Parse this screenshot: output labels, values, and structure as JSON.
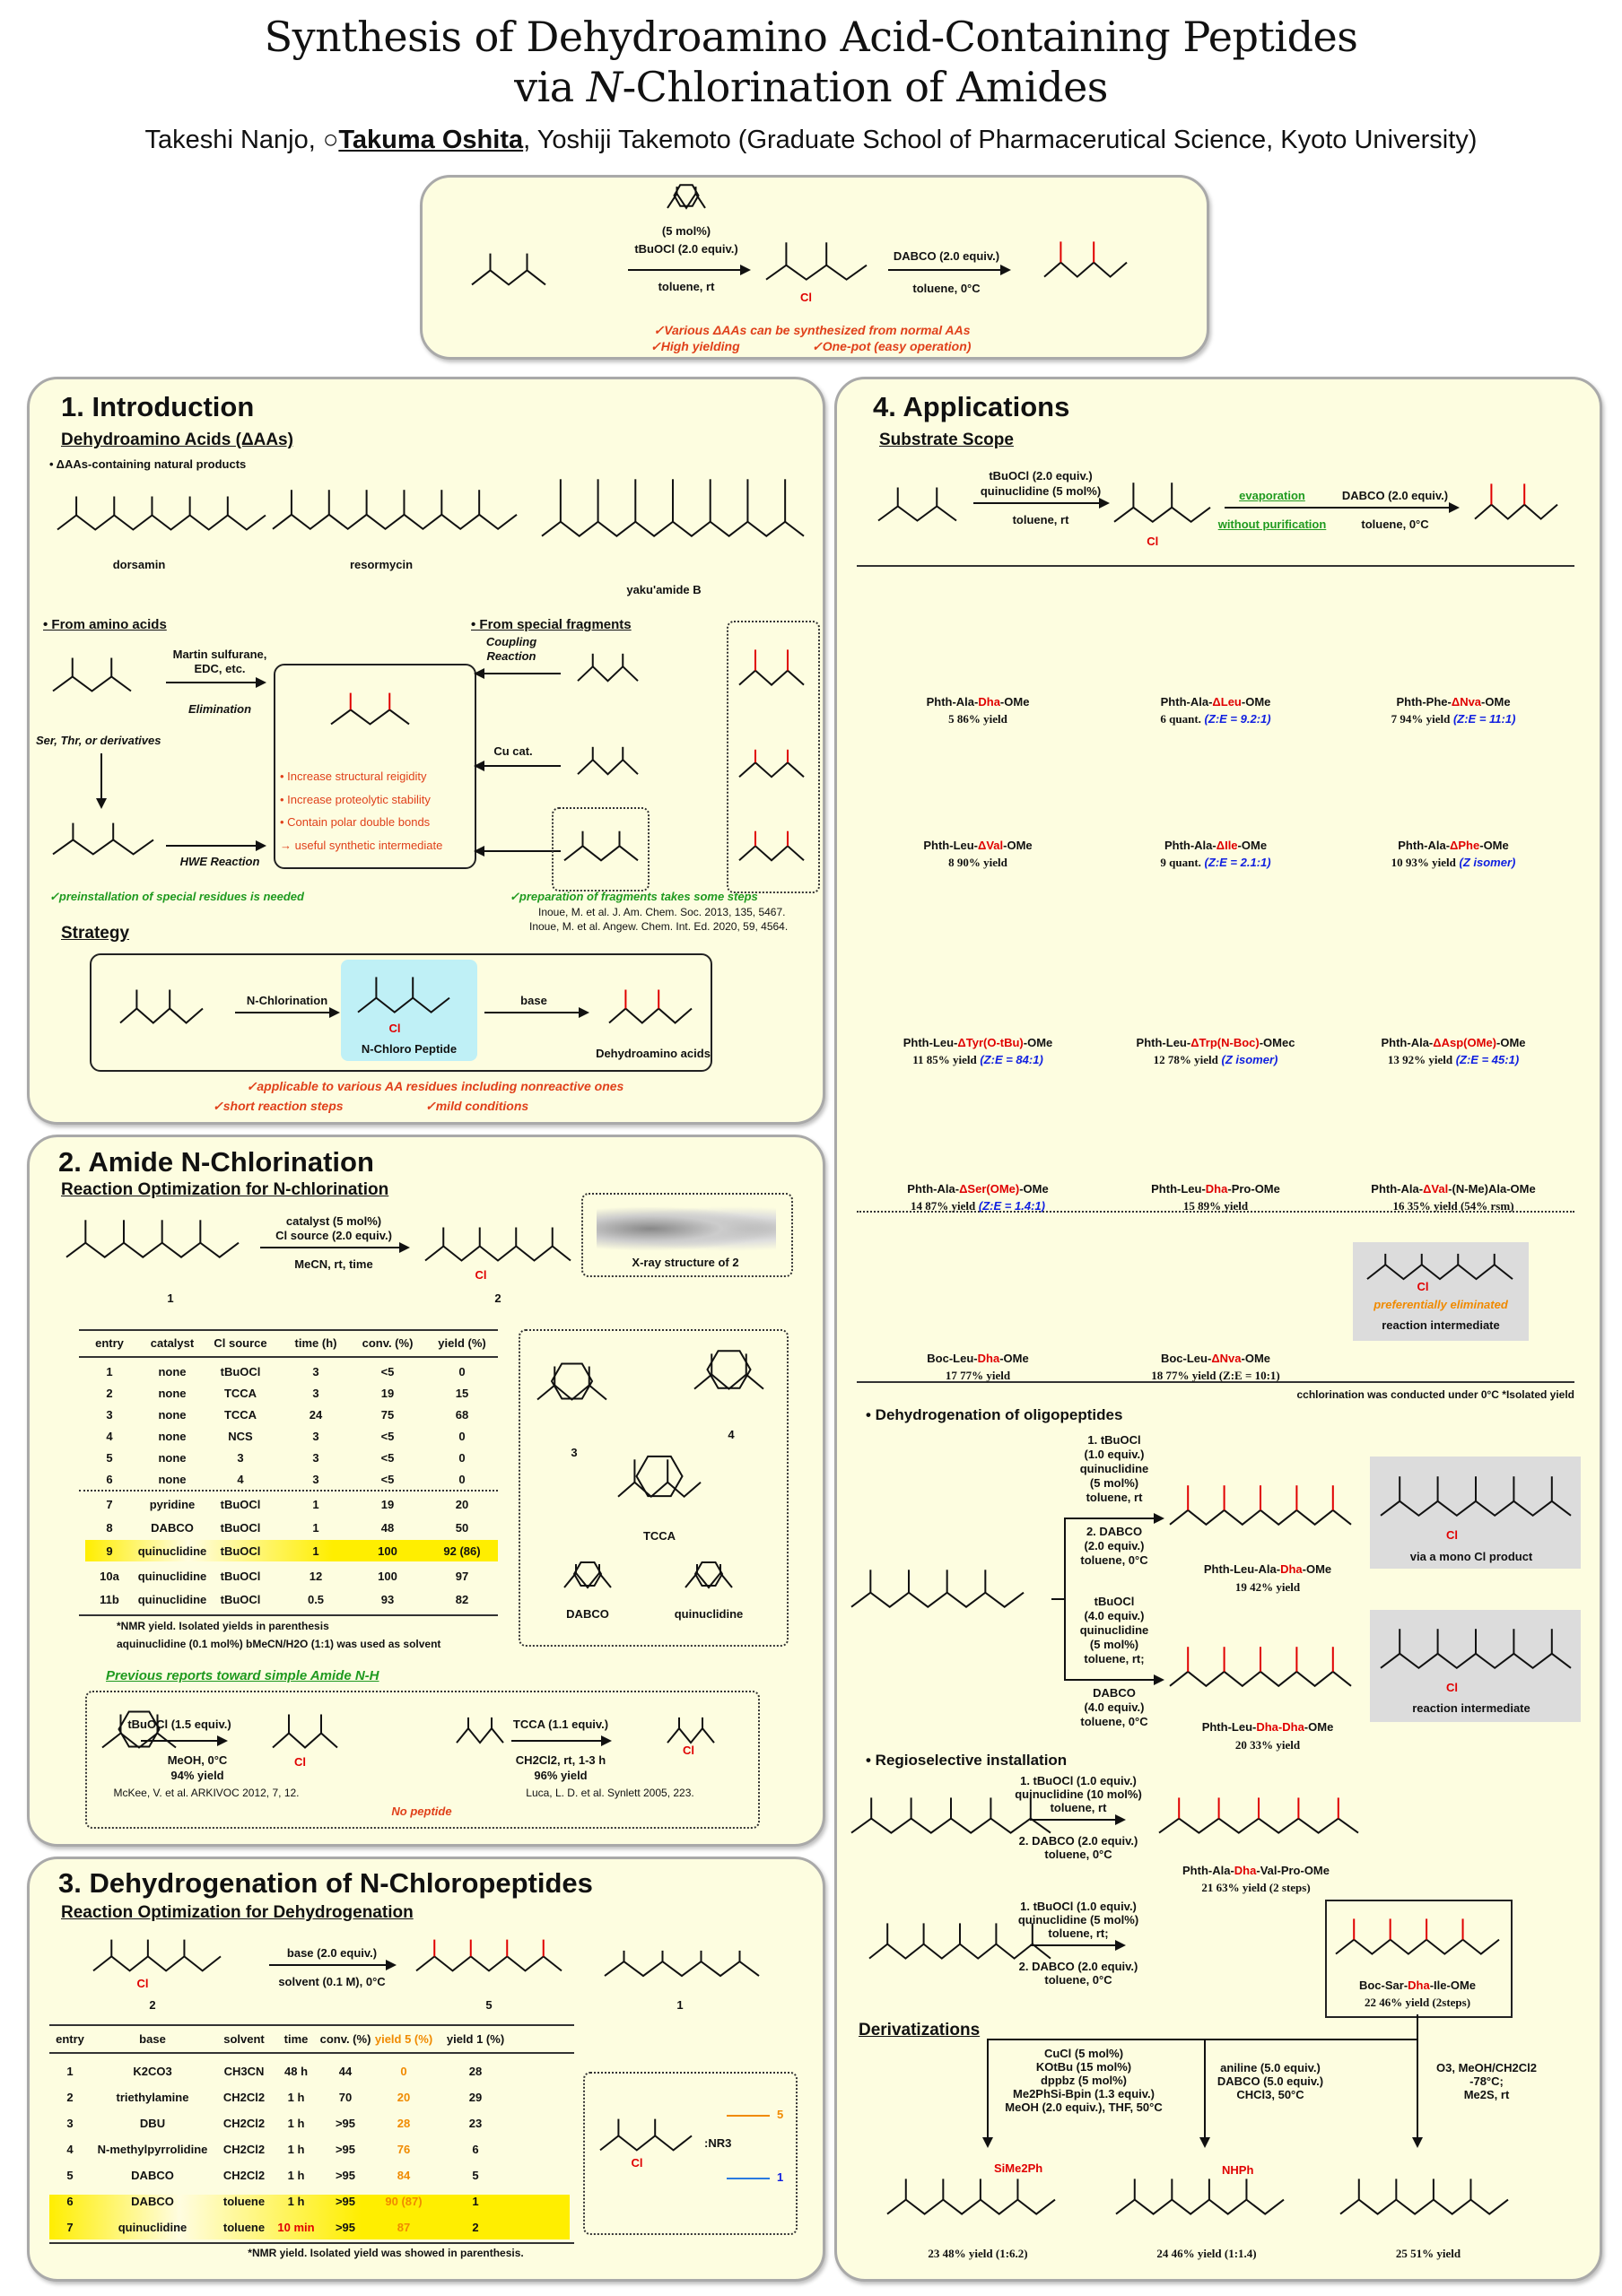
{
  "header": {
    "title_line1": "Synthesis of Dehydroamino Acid-Containing Peptides",
    "title_line2_pre": "via ",
    "title_line2_it": "N",
    "title_line2_post": "-Chlorination of Amides",
    "author1": "Takeshi Nanjo, ",
    "presenter_mark": "○",
    "author2": "Takuma Oshita",
    "author3": ", Yoshiji Takemoto (Graduate School of Pharmacerutical Science, Kyoto University)"
  },
  "summary": {
    "catalyst_loading": "(5 mol%)",
    "step1_reagent": "tBuOCl (2.0 equiv.)",
    "step1_cond": "toluene, rt",
    "step2_reagent": "DABCO (2.0 equiv.)",
    "step2_cond": "toluene, 0°C",
    "check1": "✓Various ΔAAs can be synthesized from normal AAs",
    "check2": "✓High yielding",
    "check3": "✓One-pot (easy operation)"
  },
  "intro": {
    "title": "1. Introduction",
    "subtitle": "Dehydroamino Acids (ΔAAs)",
    "bullet": "• ΔAAs-containing natural products",
    "natural_products": [
      "dorsamin",
      "resormycin",
      "yaku'amide B"
    ],
    "from_amino_acids": "• From amino acids",
    "from_fragments": "• From special fragments",
    "martin": "Martin sulfurane,",
    "edc": "EDC, etc.",
    "elimination": "Elimination",
    "ser_thr": "Ser, Thr, or derivatives",
    "hwe": "HWE Reaction",
    "coupling1": "Coupling",
    "coupling2": "Reaction",
    "cu": "Cu cat.",
    "features": [
      "• Increase structural reigidity",
      "• Increase proteolytic stability",
      "• Contain polar double bonds",
      "→ useful synthetic intermediate"
    ],
    "check_left": "✓preinstallation of special residues is needed",
    "check_right": "✓preparation of fragments takes some steps",
    "ref1": "Inoue, M. et al. J. Am. Chem. Soc. 2013, 135, 5467.",
    "ref2": "Inoue, M. et al. Angew. Chem. Int. Ed. 2020, 59, 4564.",
    "strategy": "Strategy",
    "n_chlorination": "N-Chlorination",
    "n_chloro_peptide": "N-Chloro Peptide",
    "base": "base",
    "dehydroamino": "Dehydroamino acids",
    "check_a": "✓applicable to various AA residues including nonreactive ones",
    "check_b": "✓short reaction steps",
    "check_c": "✓mild conditions"
  },
  "chlorination": {
    "title": "2. Amide N-Chlorination",
    "subtitle": "Reaction Optimization for N-chlorination",
    "cond1": "catalyst (5 mol%)",
    "cond2": "Cl source (2.0 equiv.)",
    "cond3": "MeCN, rt, time",
    "sm_label": "1",
    "prod_label": "2",
    "xray": "X-ray structure of 2",
    "headers": [
      "entry",
      "catalyst",
      "Cl source",
      "time (h)",
      "conv. (%)",
      "yield (%)"
    ],
    "rows": [
      [
        "1",
        "none",
        "tBuOCl",
        "3",
        "<5",
        "0"
      ],
      [
        "2",
        "none",
        "TCCA",
        "3",
        "19",
        "15"
      ],
      [
        "3",
        "none",
        "TCCA",
        "24",
        "75",
        "68"
      ],
      [
        "4",
        "none",
        "NCS",
        "3",
        "<5",
        "0"
      ],
      [
        "5",
        "none",
        "3",
        "3",
        "<5",
        "0"
      ],
      [
        "6",
        "none",
        "4",
        "3",
        "<5",
        "0"
      ],
      [
        "7",
        "pyridine",
        "tBuOCl",
        "1",
        "19",
        "20"
      ],
      [
        "8",
        "DABCO",
        "tBuOCl",
        "1",
        "48",
        "50"
      ],
      [
        "9",
        "quinuclidine",
        "tBuOCl",
        "1",
        "100",
        "92 (86)"
      ],
      [
        "10a",
        "quinuclidine",
        "tBuOCl",
        "12",
        "100",
        "97"
      ],
      [
        "11b",
        "quinuclidine",
        "tBuOCl",
        "0.5",
        "93",
        "82"
      ]
    ],
    "highlight_entry": "9",
    "footnote1": "*NMR yield. Isolated yields in parenthesis",
    "footnote2": "aquinuclidine (0.1 mol%)   bMeCN/H2O (1:1) was used as solvent",
    "reagent_labels": [
      "3",
      "4",
      "TCCA",
      "DABCO",
      "quinuclidine"
    ],
    "prev_title": "Previous reports toward simple Amide N-H",
    "prev1_reagent": "tBuOCl (1.5 equiv.)",
    "prev1_cond": "MeOH, 0°C",
    "prev1_yield": "94% yield",
    "prev1_ref": "McKee, V. et al. ARKIVOC 2012, 7, 12.",
    "prev2_reagent": "TCCA (1.1 equiv.)",
    "prev2_cond": "CH2Cl2, rt, 1-3 h",
    "prev2_yield": "96% yield",
    "prev2_ref": "Luca, L. D. et al. Synlett 2005, 223.",
    "no_peptide": "No peptide"
  },
  "dehydrogenation": {
    "title": "3. Dehydrogenation of N-Chloropeptides",
    "subtitle": "Reaction Optimization for Dehydrogenation",
    "cond1": "base (2.0 equiv.)",
    "cond2": "solvent (0.1 M), 0°C",
    "labels": [
      "2",
      "5",
      "1"
    ],
    "headers": [
      "entry",
      "base",
      "solvent",
      "time",
      "conv. (%)",
      "yield 5 (%)",
      "yield 1 (%)"
    ],
    "rows": [
      [
        "1",
        "K2CO3",
        "CH3CN",
        "48 h",
        "44",
        "0",
        "28"
      ],
      [
        "2",
        "triethylamine",
        "CH2Cl2",
        "1 h",
        "70",
        "20",
        "29"
      ],
      [
        "3",
        "DBU",
        "CH2Cl2",
        "1 h",
        ">95",
        "28",
        "23"
      ],
      [
        "4",
        "N-methylpyrrolidine",
        "CH2Cl2",
        "1 h",
        ">95",
        "76",
        "6"
      ],
      [
        "5",
        "DABCO",
        "CH2Cl2",
        "1 h",
        ">95",
        "84",
        "5"
      ],
      [
        "6",
        "DABCO",
        "toluene",
        "1 h",
        ">95",
        "90 (87)",
        "1"
      ],
      [
        "7",
        "quinuclidine",
        "toluene",
        "10 min",
        ">95",
        "87",
        "2"
      ]
    ],
    "footnote": "*NMR yield. Isolated yield was showed in parenthesis.",
    "mech_base": ":NR3",
    "mech_to5": "5",
    "mech_to1": "1"
  },
  "applications": {
    "title": "4. Applications",
    "substrate_scope": "Substrate Scope",
    "cond1": "tBuOCl (2.0 equiv.)",
    "cond2": "quinuclidine (5 mol%)",
    "cond3": "toluene, rt",
    "evaporation": "evaporation",
    "without_purification": "without purification",
    "cond4": "DABCO (2.0 equiv.)",
    "cond5": "toluene, 0°C",
    "compounds": [
      {
        "pre": "Phth-Ala-",
        "mod": "Dha",
        "post": "-OMe",
        "yield": "5 86% yield",
        "ratio": ""
      },
      {
        "pre": "Phth-Ala-",
        "mod": "ΔLeu",
        "post": "-OMe",
        "yield": "6 quant.",
        "ratio": "(Z:E = 9.2:1)"
      },
      {
        "pre": "Phth-Phe-",
        "mod": "ΔNva",
        "post": "-OMe",
        "yield": "7 94% yield",
        "ratio": "(Z:E = 11:1)"
      },
      {
        "pre": "Phth-Leu-",
        "mod": "ΔVal",
        "post": "-OMe",
        "yield": "8 90% yield",
        "ratio": ""
      },
      {
        "pre": "Phth-Ala-",
        "mod": "ΔIle",
        "post": "-OMe",
        "yield": "9 quant.",
        "ratio": "(Z:E = 2.1:1)"
      },
      {
        "pre": "Phth-Ala-",
        "mod": "ΔPhe",
        "post": "-OMe",
        "yield": "10 93% yield",
        "ratio": "(Z isomer)"
      },
      {
        "pre": "Phth-Leu-",
        "mod": "ΔTyr(O-tBu)",
        "post": "-OMe",
        "yield": "11 85% yield",
        "ratio": "(Z:E = 84:1)"
      },
      {
        "pre": "Phth-Leu-",
        "mod": "ΔTrp(N-Boc)",
        "post": "-OMec",
        "yield": "12 78% yield",
        "ratio": "(Z isomer)"
      },
      {
        "pre": "Phth-Ala-",
        "mod": "ΔAsp(OMe)",
        "post": "-OMe",
        "yield": "13 92% yield",
        "ratio": "(Z:E = 45:1)"
      },
      {
        "pre": "Phth-Ala-",
        "mod": "ΔSer(OMe)",
        "post": "-OMe",
        "yield": "14 87% yield",
        "ratio": "(Z:E = 1.4:1)"
      },
      {
        "pre": "Phth-Leu-",
        "mod": "Dha",
        "post": "-Pro-OMe",
        "yield": "15 89% yield",
        "ratio": ""
      },
      {
        "pre": "Phth-Ala-",
        "mod": "ΔVal",
        "post": "-(N-Me)Ala-OMe",
        "yield": "16 35% yield (54% rsm)",
        "ratio": ""
      },
      {
        "pre": "Boc-Leu-",
        "mod": "Dha",
        "post": "-OMe",
        "yield": "17 77% yield",
        "ratio": ""
      },
      {
        "pre": "Boc-Leu-",
        "mod": "ΔNva",
        "post": "-OMe",
        "yield": "18 77% yield (Z:E = 10:1)",
        "ratio": ""
      }
    ],
    "pref_eliminated": "preferentially eliminated",
    "reaction_intermediate": "reaction intermediate",
    "scope_footnote": "cchlorination was conducted under 0°C *Isolated yield",
    "oligo_title": "• Dehydrogenation of oligopeptides",
    "oligo_cond_a": [
      "1. tBuOCl",
      "(1.0 equiv.)",
      "quinuclidine",
      "(5 mol%)",
      "toluene, rt",
      "2. DABCO",
      "(2.0 equiv.)",
      "toluene, 0°C"
    ],
    "oligo_cond_b": [
      "tBuOCl",
      "(4.0 equiv.)",
      "quinuclidine",
      "(5 mol%)",
      "toluene, rt;",
      "DABCO",
      "(4.0 equiv.)",
      "toluene, 0°C"
    ],
    "oligo_prod_a": {
      "pre": "Phth-Leu-Ala-",
      "mod": "Dha",
      "post": "-OMe",
      "yield": "19 42% yield"
    },
    "oligo_prod_b": {
      "pre": "Phth-Leu-",
      "mod": "Dha-Dha",
      "post": "-OMe",
      "yield": "20 33% yield"
    },
    "mono_cl": "via a mono Cl product",
    "reaction_intermediate2": "reaction intermediate",
    "regio_title": "• Regioselective installation",
    "regio_cond_a": [
      "1. tBuOCl (1.0 equiv.)",
      "quinuclidine (10 mol%)",
      "toluene, rt",
      "2. DABCO (2.0 equiv.)",
      "toluene, 0°C"
    ],
    "regio_cond_b": [
      "1. tBuOCl (1.0 equiv.)",
      "quinuclidine (5 mol%)",
      "toluene, rt;",
      "2. DABCO (2.0 equiv.)",
      "toluene, 0°C"
    ],
    "regio_prod_a": {
      "pre": "Phth-Ala-",
      "mod": "Dha",
      "post": "-Val-Pro-OMe",
      "yield": "21 63% yield (2 steps)"
    },
    "regio_prod_b": {
      "pre": "Boc-Sar-",
      "mod": "Dha",
      "post": "-Ile-OMe",
      "yield": "22 46% yield (2steps)"
    },
    "deriv_title": "Derivatizations",
    "deriv_cond_a": [
      "CuCl (5 mol%)",
      "KOtBu (15 mol%)",
      "dppbz (5 mol%)",
      "Me2PhSi-Bpin (1.3 equiv.)",
      "MeOH (2.0 equiv.), THF, 50°C"
    ],
    "deriv_cond_b": [
      "aniline (5.0 equiv.)",
      "DABCO (5.0 equiv.)",
      "CHCl3, 50°C"
    ],
    "deriv_cond_c": [
      "O3, MeOH/CH2Cl2",
      "-78°C;",
      "Me2S, rt"
    ],
    "deriv_groups": [
      "SiMe2Ph",
      "NHPh"
    ],
    "deriv_yields": [
      "23 48% yield (1:6.2)",
      "24 46% yield (1:1.4)",
      "25 51% yield"
    ]
  },
  "colors": {
    "panel": "#fdfde0",
    "accent_red": "#e00000",
    "orange": "#f08a00",
    "green": "#1f9a1f",
    "blue": "#1020e0",
    "highlight": "#ffee00"
  }
}
